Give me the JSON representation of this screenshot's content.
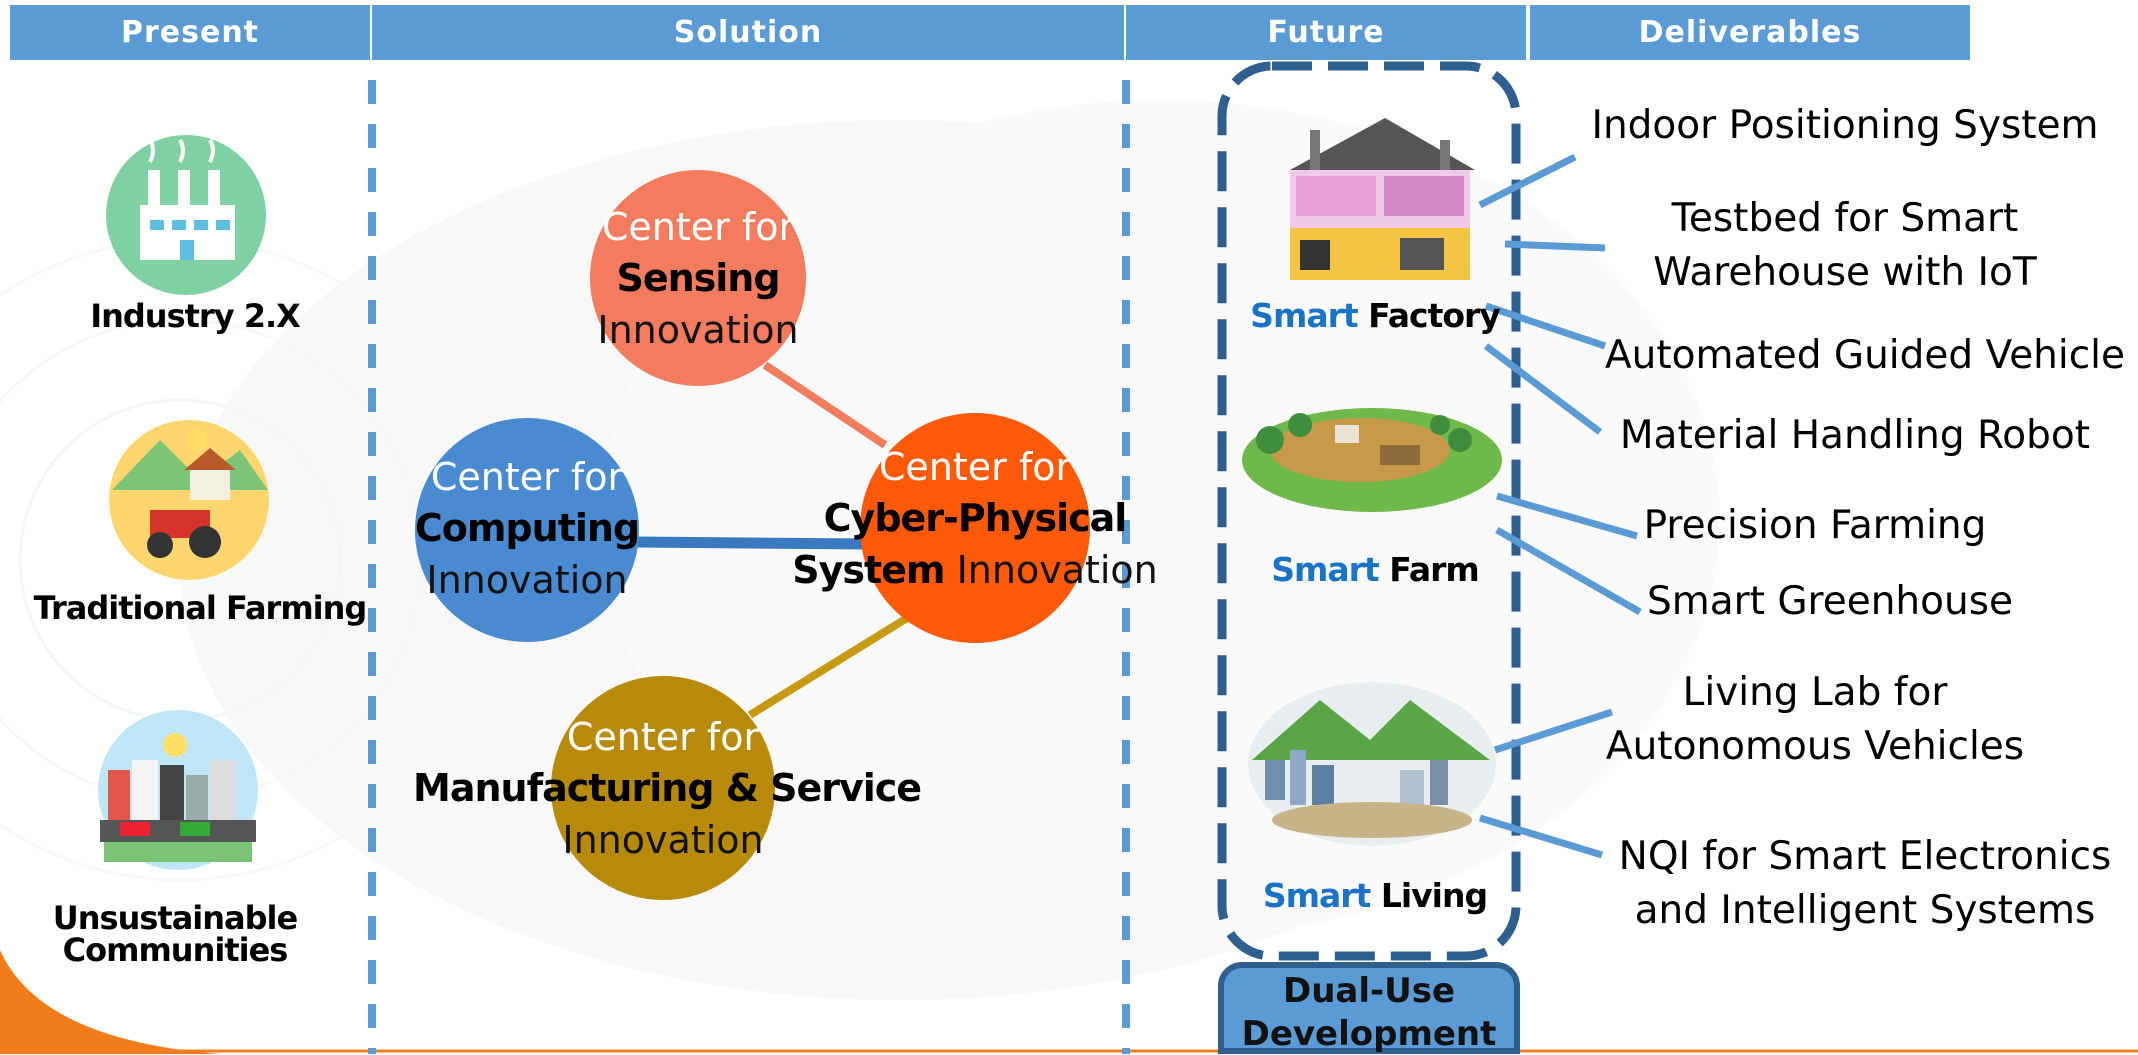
{
  "headers": {
    "present": "Present",
    "solution": "Solution",
    "future": "Future",
    "deliverables": "Deliverables"
  },
  "present_items": [
    {
      "label": "Industry 2.X",
      "icon": "factory-icon"
    },
    {
      "label": "Traditional Farming",
      "icon": "farm-tractor-icon"
    },
    {
      "label": "Unsustainable\nCommunities",
      "icon": "city-traffic-icon"
    }
  ],
  "centers": {
    "sensing": {
      "line1": "Center for",
      "line2": "Sensing",
      "line3": "Innovation",
      "color": "#f47c5e"
    },
    "computing": {
      "line1": "Center for",
      "line2": "Computing",
      "line3": "Innovation",
      "color": "#4a8ad0"
    },
    "manufacturing": {
      "line1": "Center for",
      "line2": "Manufacturing & Service",
      "line3": "Innovation",
      "color": "#b88a0a"
    },
    "cps": {
      "line1": "Center for",
      "line2": "Cyber-Physical",
      "line3_bold": "System",
      "line3": " Innovation",
      "color": "#ff5a0a"
    }
  },
  "future_items": [
    {
      "smart": "Smart",
      "rest": " Factory",
      "icon": "smart-factory-icon"
    },
    {
      "smart": "Smart",
      "rest": " Farm",
      "icon": "smart-farm-icon"
    },
    {
      "smart": "Smart",
      "rest": " Living",
      "icon": "smart-city-icon"
    }
  ],
  "dual_use": "Dual-Use\nDevelopment",
  "deliverables": [
    "Indoor Positioning System",
    "Testbed for Smart\nWarehouse with IoT",
    "Automated Guided Vehicle",
    "Material Handling Robot",
    "Precision Farming",
    "Smart Greenhouse",
    "Living Lab for\nAutonomous Vehicles",
    "NQI for Smart Electronics\nand Intelligent Systems"
  ],
  "colors": {
    "header_blue": "#5b9bd5",
    "divider_blue": "#5b9bd5",
    "future_border": "#2e5f8f",
    "smart_blue": "#1a73c7",
    "connector_blue": "#5b9bd5"
  }
}
